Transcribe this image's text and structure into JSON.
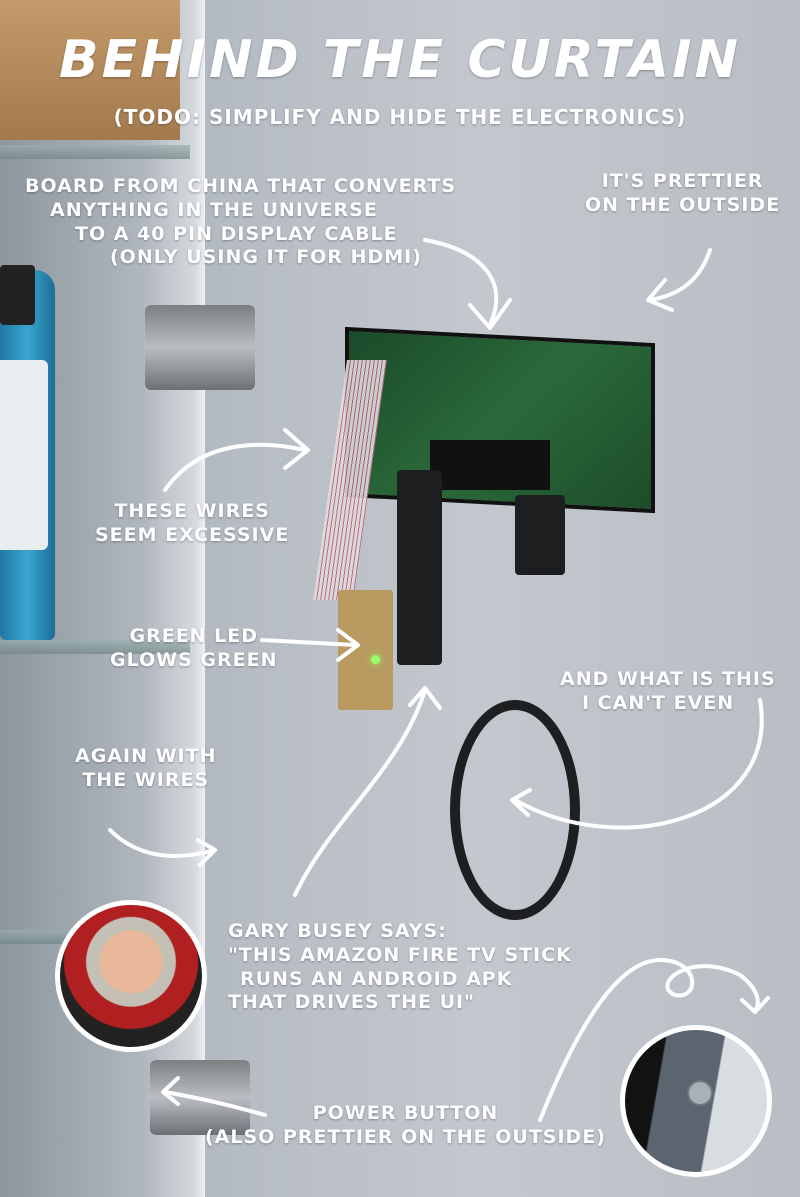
{
  "title": "Behind the Curtain",
  "subtitle": "(TODO: simplify and hide the electronics)",
  "annotations": {
    "board": [
      "Board from China that converts",
      "anything in the universe",
      "to a 40 pin display cable",
      "(only using it for HDMI)"
    ],
    "prettier": [
      "It's prettier",
      "on the outside"
    ],
    "wires": [
      "These wires",
      "seem excessive"
    ],
    "led": [
      "Green LED",
      "glows green"
    ],
    "what": [
      "And what is this",
      "I can't even"
    ],
    "again": [
      "Again with",
      "the wires"
    ],
    "busey": [
      "Gary Busey says:",
      "\"This Amazon Fire TV stick",
      "runs an Android APK",
      "that drives the UI\""
    ],
    "power": [
      "Power button",
      "(also prettier on the outside)"
    ]
  },
  "colors": {
    "annotation_text": "#ffffff",
    "led": "#99ff66"
  }
}
